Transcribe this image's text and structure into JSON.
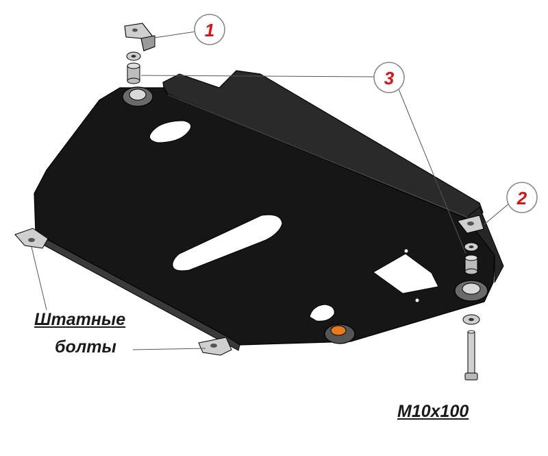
{
  "callouts": [
    {
      "id": "1",
      "text": "1"
    },
    {
      "id": "2",
      "text": "2"
    },
    {
      "id": "3",
      "text": "3"
    }
  ],
  "labels": {
    "standard_bolts_line1": "Штатные",
    "standard_bolts_line2": "болты",
    "bolt_spec": "M10x100"
  },
  "colors": {
    "plate": "#161616",
    "plate_edge": "#3a3a3a",
    "callout_number": "#e01010",
    "hardware": "#c8c8c8",
    "accent_orange": "#e87a1c"
  }
}
